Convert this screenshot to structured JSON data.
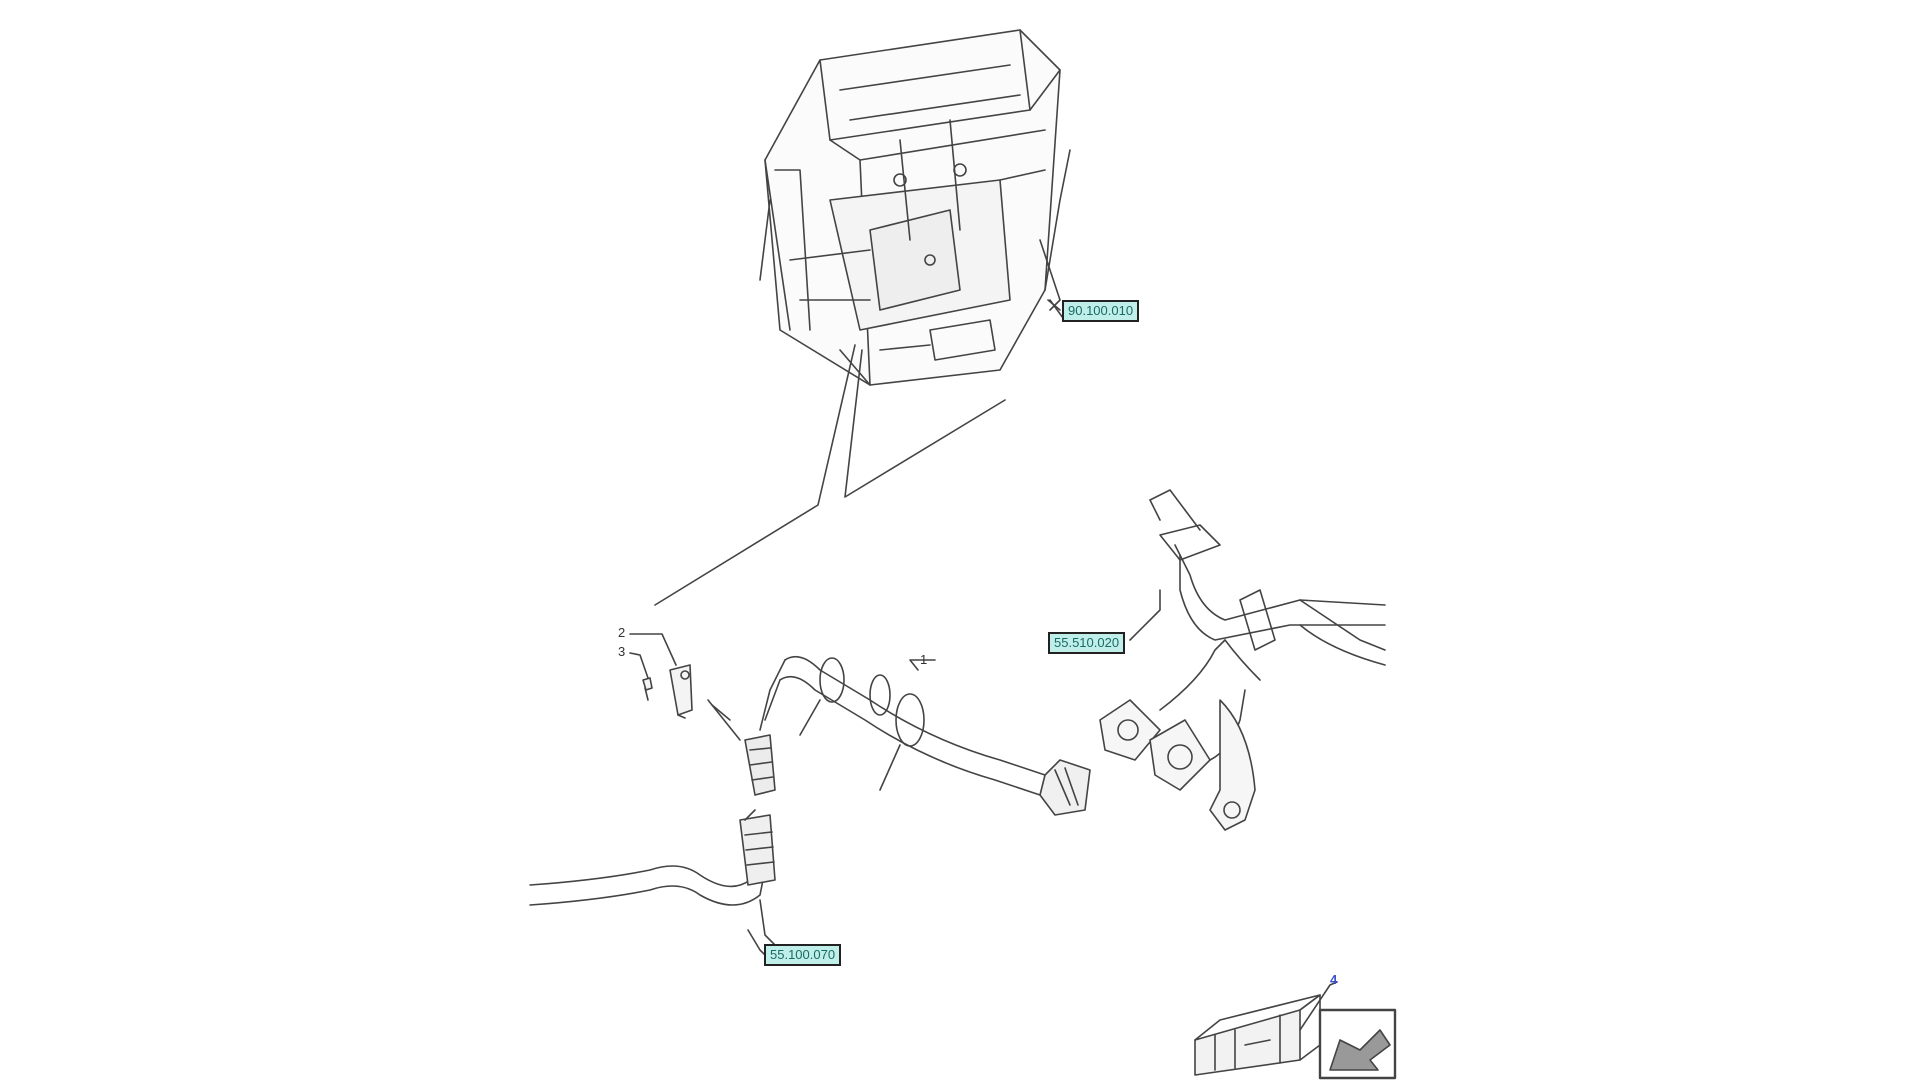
{
  "diagram": {
    "references": {
      "cab_frame": "90.100.010",
      "harness_top": "55.510.020",
      "harness_bottom": "55.100.070"
    },
    "callouts": {
      "item1": "1",
      "item2": "2",
      "item3": "3",
      "item4": "4"
    },
    "colors": {
      "line": "#444444",
      "label_fill": "#bfefe8",
      "label_text": "#1a6a66",
      "callout_highlight": "#3a4fd0"
    },
    "icons": [
      "cab-frame-icon",
      "wiring-harness-icon",
      "connector-icon",
      "kit-box-icon",
      "page-arrow-icon"
    ]
  }
}
